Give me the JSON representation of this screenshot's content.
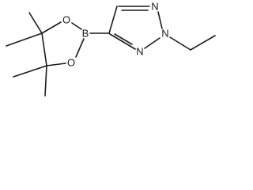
{
  "molecule": {
    "atoms": [
      {
        "id": "N1",
        "label": "N"
      },
      {
        "id": "N2",
        "label": "N"
      },
      {
        "id": "N3",
        "label": "N"
      },
      {
        "id": "B",
        "label": "B"
      },
      {
        "id": "O1",
        "label": "O"
      },
      {
        "id": "O2",
        "label": "O"
      }
    ]
  }
}
